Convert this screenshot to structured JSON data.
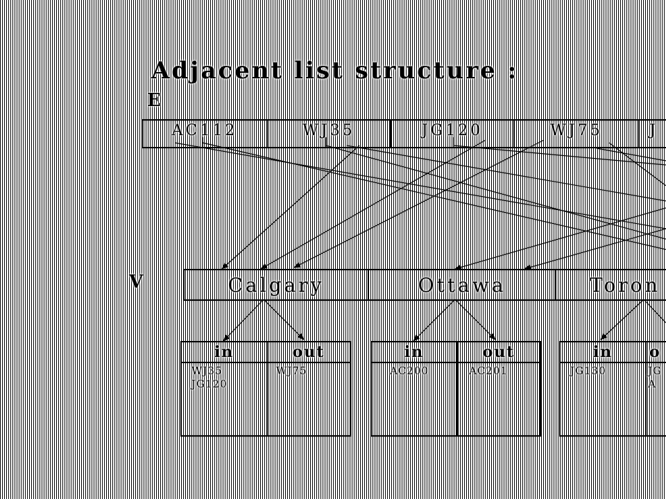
{
  "title": "Adjacent list structure :",
  "e_label": "E",
  "v_label": "V",
  "edges": [
    "AC112",
    "WJ35",
    "JG120",
    "WJ75",
    "J"
  ],
  "vertices": [
    {
      "name": "Calgary",
      "in_label": "in",
      "out_label": "out",
      "in": [
        "WJ35",
        "JG120"
      ],
      "out": [
        "WJ75"
      ]
    },
    {
      "name": "Ottawa",
      "in_label": "in",
      "out_label": "out",
      "in": [
        "AC200"
      ],
      "out": [
        "AC201"
      ]
    },
    {
      "name": "Toron",
      "in_label": "in",
      "out_label": "o",
      "in": [
        "JG130"
      ],
      "out": [
        "JG",
        "A"
      ]
    }
  ],
  "colors": {
    "ink": "#000000",
    "paper": "#ffffff"
  }
}
